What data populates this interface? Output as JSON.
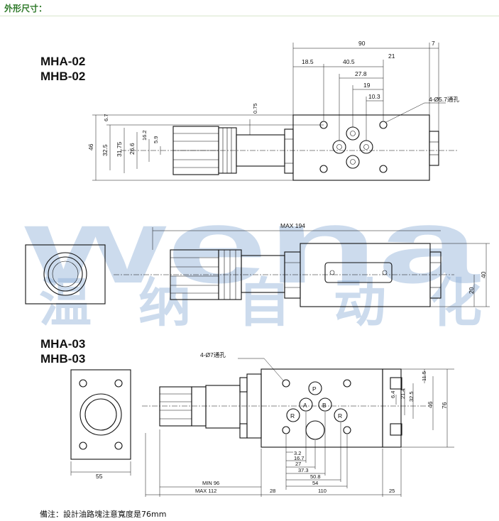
{
  "header": {
    "title": "外形尺寸："
  },
  "models": {
    "top_a": "MHA-02",
    "top_b": "MHB-02",
    "bottom_a": "MHA-03",
    "bottom_b": "MHB-03"
  },
  "watermark": {
    "latin": "wena",
    "cjk": [
      "温",
      "纳",
      "自",
      "动",
      "化"
    ]
  },
  "dims02": {
    "d90": "90",
    "d7": "7",
    "d21": "21",
    "d18_5": "18.5",
    "d40_5": "40.5",
    "d27_8": "27.8",
    "d19": "19",
    "d10_3": "10.3",
    "holes": "4-Ø5.7通孔",
    "d0_75": "0.75",
    "d6_7": "6.7",
    "d16_2": "16.2",
    "d5_9": "5.9",
    "d26_6": "26.6",
    "d31_75": "31.75",
    "d32_5": "32.5",
    "d46": "46"
  },
  "dimsMid": {
    "max194": "MAX  194",
    "d40": "40",
    "d20": "20"
  },
  "dims03": {
    "holes": "4-Ø7通孔",
    "P": "P",
    "A": "A",
    "B": "B",
    "R": "R",
    "d11_5": "11.5",
    "d6_4": "6.4",
    "d21_4": "21.4",
    "d32_5": "32.5",
    "d46": "46",
    "d76": "76",
    "d55": "55",
    "d3_2": "3.2",
    "d16_7": "16.7",
    "d27": "27",
    "d37_3": "37.3",
    "d50_8": "50.8",
    "d54": "54",
    "min96": "MIN  96",
    "max112": "MAX  112",
    "d28": "28",
    "d110": "110",
    "d25": "25"
  },
  "note": "備注：設計油路塊注意寬度是76mm"
}
